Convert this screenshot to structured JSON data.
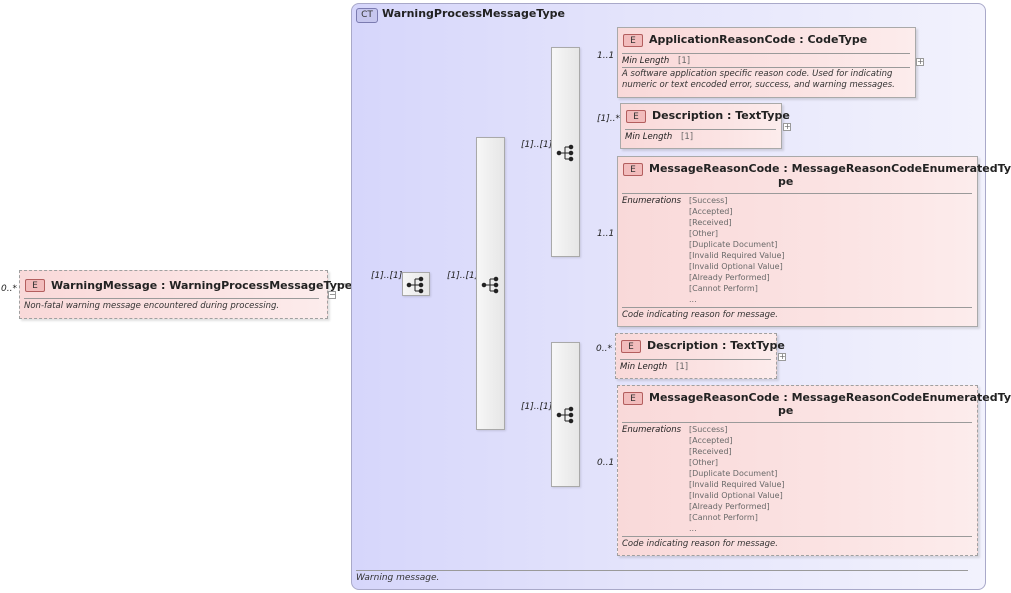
{
  "root": {
    "cardinality": "0..*",
    "badge": "E",
    "name": "WarningMessage",
    "type": "WarningProcessMessageType",
    "doc": "Non-fatal warning message encountered during processing.",
    "collapse_symbol": "−"
  },
  "complex_type": {
    "badge": "CT",
    "name": "WarningProcessMessageType",
    "doc": "Warning message."
  },
  "connectors": {
    "root_to_seq": "[1]..[1]",
    "outer_to_choice": "[1]..[1]",
    "choice_to_seq_a": "[1]..[1]",
    "choice_to_seq_b": "[1]..[1]"
  },
  "group_a": {
    "app_reason": {
      "cardinality": "1..1",
      "badge": "E",
      "name": "ApplicationReasonCode",
      "type": "CodeType",
      "facet_label": "Min Length",
      "facet_value": "[1]",
      "doc": "A software application specific reason code. Used for indicating numeric or text encoded error, success, and warning messages.",
      "expand_symbol": "+"
    },
    "description": {
      "cardinality": "[1]..*",
      "badge": "E",
      "name": "Description",
      "type": "TextType",
      "facet_label": "Min Length",
      "facet_value": "[1]",
      "expand_symbol": "+"
    },
    "message_reason": {
      "cardinality": "1..1",
      "badge": "E",
      "name": "MessageReasonCode",
      "type": "MessageReasonCodeEnumeratedTy",
      "type_cont": "pe",
      "facet_label": "Enumerations",
      "enumerations": [
        "[Success]",
        "[Accepted]",
        "[Received]",
        "[Other]",
        "[Duplicate Document]",
        "[Invalid Required Value]",
        "[Invalid Optional Value]",
        "[Already Performed]",
        "[Cannot Perform]",
        "..."
      ],
      "doc": "Code indicating reason for message."
    }
  },
  "group_b": {
    "description": {
      "cardinality": "0..*",
      "badge": "E",
      "name": "Description",
      "type": "TextType",
      "facet_label": "Min Length",
      "facet_value": "[1]",
      "expand_symbol": "+"
    },
    "message_reason": {
      "cardinality": "0..1",
      "badge": "E",
      "name": "MessageReasonCode",
      "type": "MessageReasonCodeEnumeratedTy",
      "type_cont": "pe",
      "facet_label": "Enumerations",
      "enumerations": [
        "[Success]",
        "[Accepted]",
        "[Received]",
        "[Other]",
        "[Duplicate Document]",
        "[Invalid Required Value]",
        "[Invalid Optional Value]",
        "[Already Performed]",
        "[Cannot Perform]",
        "..."
      ],
      "doc": "Code indicating reason for message."
    }
  }
}
